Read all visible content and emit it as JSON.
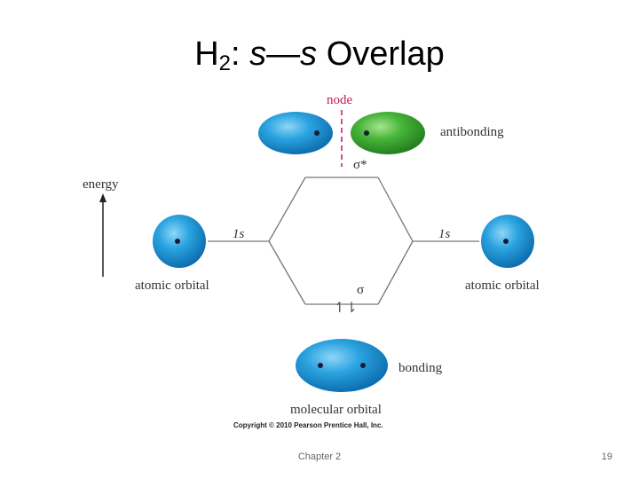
{
  "title": {
    "prefix": "H",
    "subscript": "2",
    "colon": ": ",
    "s1": "s",
    "dash": "—",
    "s2": "s",
    "suffix": " Overlap"
  },
  "labels": {
    "node": "node",
    "antibonding": "antibonding",
    "sigma_star": "σ*",
    "energy": "energy",
    "orbital_left": "1s",
    "orbital_right": "1s",
    "atomic_left": "atomic orbital",
    "atomic_right": "atomic orbital",
    "sigma": "σ",
    "electrons": "↿⇂",
    "bonding": "bonding",
    "molecular": "molecular orbital",
    "copyright": "Copyright © 2010 Pearson Prentice Hall, Inc."
  },
  "footer": {
    "chapter": "Chapter 2",
    "page": "19"
  },
  "colors": {
    "orbital_blue": "#1f9ad8",
    "orbital_green": "#3aa83a",
    "node": "#c2185b",
    "line": "#777777"
  }
}
